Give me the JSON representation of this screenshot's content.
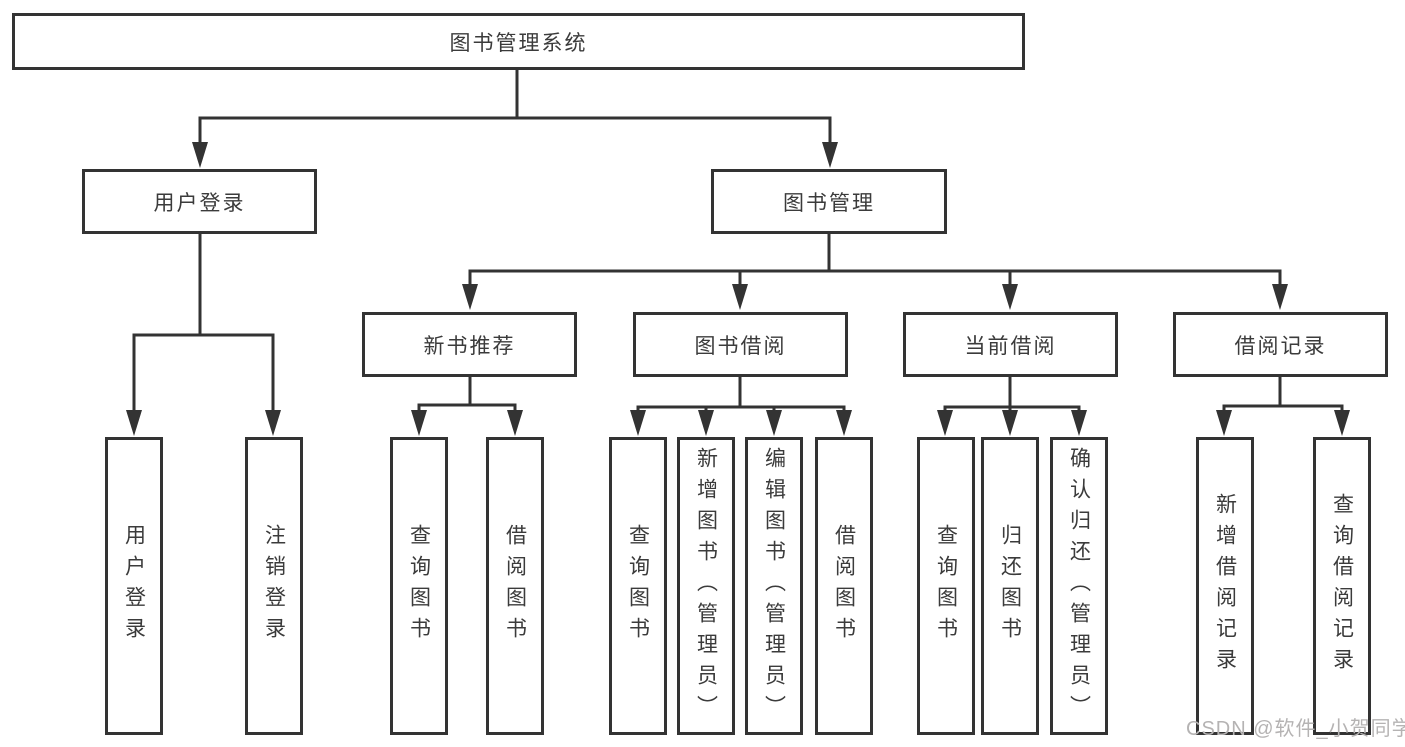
{
  "diagram": {
    "root": {
      "label": "图书管理系统",
      "children": [
        {
          "id": "user-login",
          "label": "用户登录",
          "children": [
            {
              "id": "login",
              "label": "用户登录"
            },
            {
              "id": "logout",
              "label": "注销登录"
            }
          ]
        },
        {
          "id": "book-management",
          "label": "图书管理",
          "children": [
            {
              "id": "new-book-recommend",
              "label": "新书推荐",
              "children": [
                {
                  "id": "query-books",
                  "label": "查询图书"
                },
                {
                  "id": "borrow-books",
                  "label": "借阅图书"
                }
              ]
            },
            {
              "id": "book-borrowing",
              "label": "图书借阅",
              "children": [
                {
                  "id": "query-books",
                  "label": "查询图书"
                },
                {
                  "id": "add-books-admin",
                  "label": "新增图书（管理员）"
                },
                {
                  "id": "edit-books-admin",
                  "label": "编辑图书（管理员）"
                },
                {
                  "id": "borrow-books",
                  "label": "借阅图书"
                }
              ]
            },
            {
              "id": "current-borrowing",
              "label": "当前借阅",
              "children": [
                {
                  "id": "query-books",
                  "label": "查询图书"
                },
                {
                  "id": "return-books",
                  "label": "归还图书"
                },
                {
                  "id": "confirm-return-admin",
                  "label": "确认归还（管理员）"
                }
              ]
            },
            {
              "id": "borrowing-records",
              "label": "借阅记录",
              "children": [
                {
                  "id": "add-borrow-record",
                  "label": "新增借阅记录"
                },
                {
                  "id": "query-borrow-record",
                  "label": "查询借阅记录"
                }
              ]
            }
          ]
        }
      ]
    },
    "line_color": "#333333",
    "text_color": "#3b3b3b"
  },
  "watermark": {
    "text": "CSDN @软件_小贺同学"
  }
}
